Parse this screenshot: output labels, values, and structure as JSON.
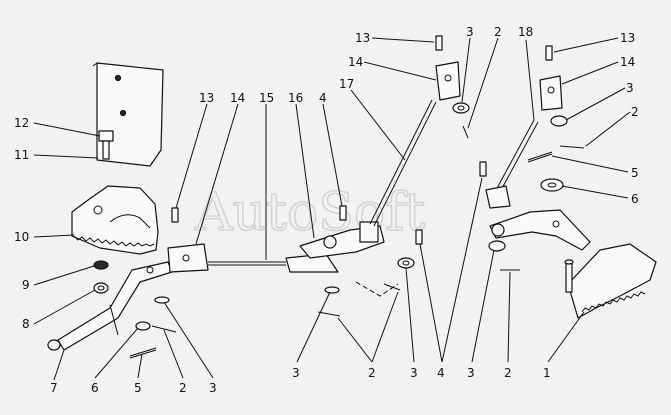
{
  "watermark": "AutoSoft",
  "callouts": {
    "c1": "1",
    "c2a": "2",
    "c2b": "2",
    "c2c": "2",
    "c2d": "2",
    "c2e": "2",
    "c3a": "3",
    "c3b": "3",
    "c3c": "3",
    "c3d": "3",
    "c3e": "3",
    "c3f": "3",
    "c4a": "4",
    "c4b": "4",
    "c5a": "5",
    "c5b": "5",
    "c6a": "6",
    "c6b": "6",
    "c7": "7",
    "c8": "8",
    "c9": "9",
    "c10": "10",
    "c11": "11",
    "c12": "12",
    "c13a": "13",
    "c13b": "13",
    "c13c": "13",
    "c14a": "14",
    "c14b": "14",
    "c14c": "14",
    "c15": "15",
    "c16": "16",
    "c17": "17",
    "c18": "18"
  }
}
